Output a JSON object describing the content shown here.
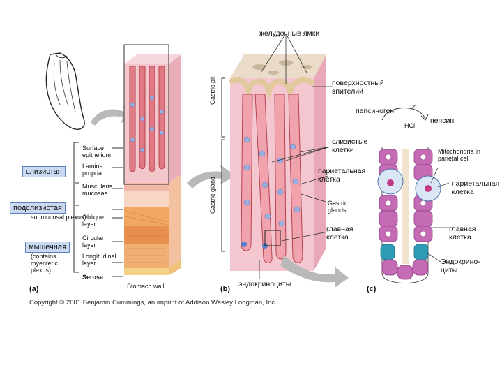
{
  "labels_ru": {
    "gastric_pits": "желудочные ямки",
    "surface_epithelium": "поверхностный эпителий",
    "pepsinogen": "пепсиноген",
    "pepsin": "пепсин",
    "mucous_cells": "слизистые клетки",
    "parietal_cell": "париетальная клетка",
    "parietal_cell_c": "париетальная клетка",
    "chief_cell": "главная клетка",
    "chief_cell_c": "главная клетка",
    "endocrine_cells": "эндокриноциты",
    "endocrine_cells_c": "Эндокрино-циты"
  },
  "boxes": {
    "mucosa": "слизистая",
    "submucosa": "подслизистая",
    "muscularis": "мышечная"
  },
  "labels_en": {
    "surface_epithelium": "Surface epithelium",
    "lamina_propria": "Lamina propria",
    "muscularis_mucosae": "Muscularis mucosae",
    "submucosal_plexus": "submucosal plexus)",
    "oblique_layer": "Oblique layer",
    "circular_layer": "Circular layer",
    "myenteric_plexus": "(contains myenteric plexus)",
    "longitudinal_layer": "Longitudinal layer",
    "serosa": "Serosa",
    "stomach_wall": "Stomach wall",
    "gastric_pit": "Gastric pit",
    "gastric_gland": "Gastric gland",
    "gastric_glands": "Gastric glands",
    "hcl": "HCl",
    "mitochondria_parietal": "Mitochondria in parietal cell"
  },
  "panels": {
    "a": "(a)",
    "b": "(b)",
    "c": "(c)"
  },
  "copyright": "Copyright © 2001 Benjamin Cummings, an imprint of Addison Wesley Longman, Inc.",
  "colors": {
    "mucosa_pink": "#f2c2c8",
    "gland_red": "#d9535d",
    "muscle_orange": "#f0a860",
    "serosa": "#f5d28a",
    "box_blue": "#c9d9f2",
    "cell_purple": "#c56bb5",
    "endocrine_teal": "#2f9bb5"
  }
}
